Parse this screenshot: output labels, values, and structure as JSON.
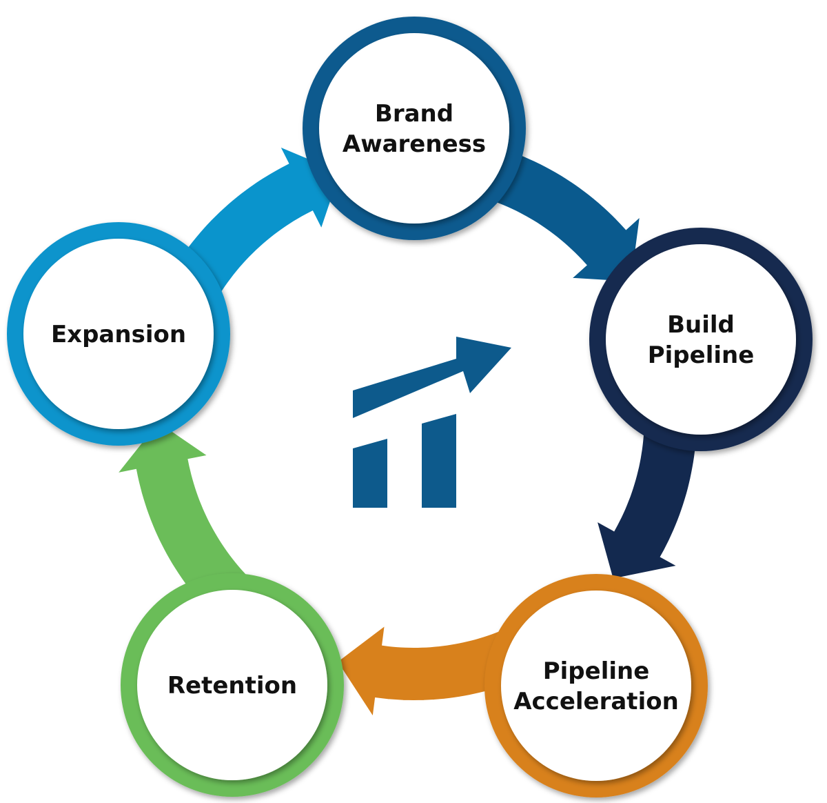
{
  "diagram": {
    "type": "cycle",
    "stages": [
      {
        "id": "brand-awareness",
        "lines": [
          "Brand",
          "Awareness"
        ],
        "color": "#0a5a8e"
      },
      {
        "id": "build-pipeline",
        "lines": [
          "Build",
          "Pipeline"
        ],
        "color": "#13294f"
      },
      {
        "id": "pipeline-acceleration",
        "lines": [
          "Pipeline",
          "Acceleration"
        ],
        "color": "#d8811c"
      },
      {
        "id": "retention",
        "lines": [
          "Retention"
        ],
        "color": "#6bbd59"
      },
      {
        "id": "expansion",
        "lines": [
          "Expansion"
        ],
        "color": "#0a94cc"
      }
    ],
    "center_icon": "growth-chart-icon",
    "center_icon_color": "#0d5a8c"
  }
}
